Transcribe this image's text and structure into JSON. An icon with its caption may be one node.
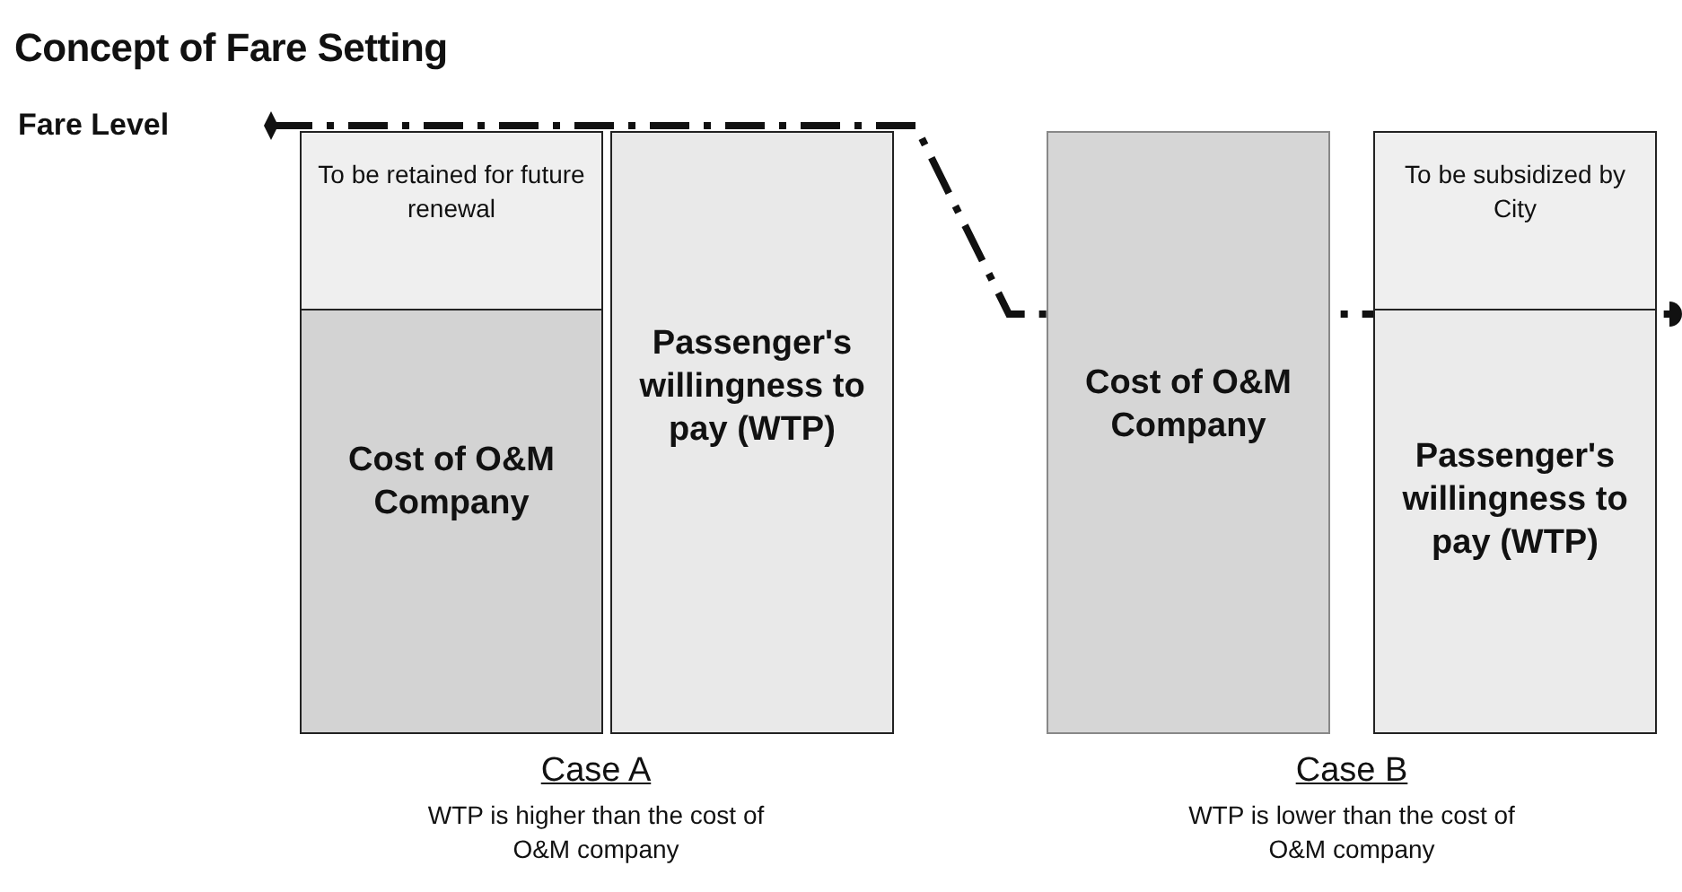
{
  "diagram": {
    "title": "Concept of Fare Setting",
    "nodes": [
      {
        "text": [
          "To be retained for future renewal"
        ]
      },
      {
        "text": [
          "Cost of O&M Company"
        ]
      },
      {
        "text": [
          "Passenger's willingness to pay (WTP)"
        ]
      },
      {
        "text": [
          "Cost of O&M Company"
        ]
      },
      {
        "text": [
          "To be subsidized by City"
        ]
      },
      {
        "text": [
          "Passenger's willingness to pay (WTP)"
        ]
      }
    ],
    "labels": [
      "Fare Level",
      "Case A",
      "WTP is higher than the cost of O&M company",
      "Case B",
      "WTP is lower than the cost of O&M company"
    ]
  }
}
